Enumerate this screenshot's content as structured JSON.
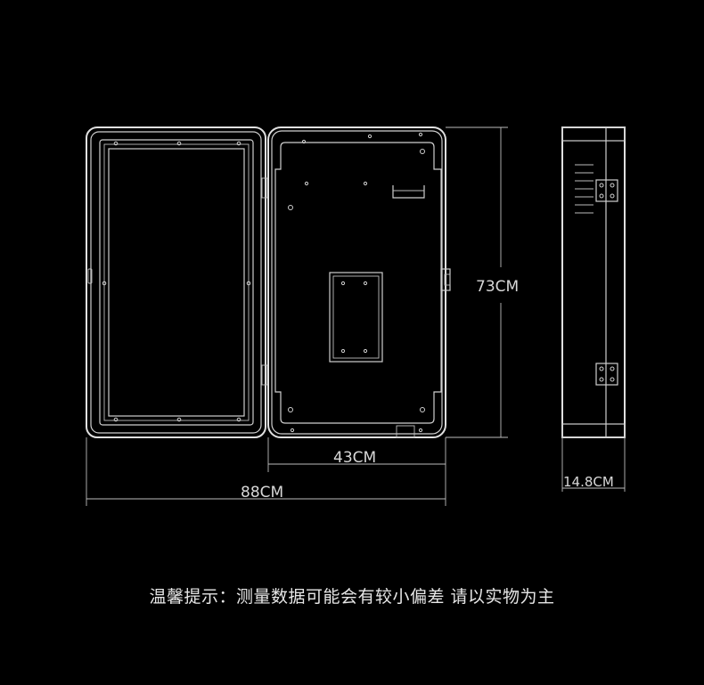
{
  "dimensions": {
    "height": "73CM",
    "depth_width": "43CM",
    "total_width": "88CM",
    "thickness": "14.8CM"
  },
  "note": "温馨提示：测量数据可能会有较小偏差 请以实物为主"
}
